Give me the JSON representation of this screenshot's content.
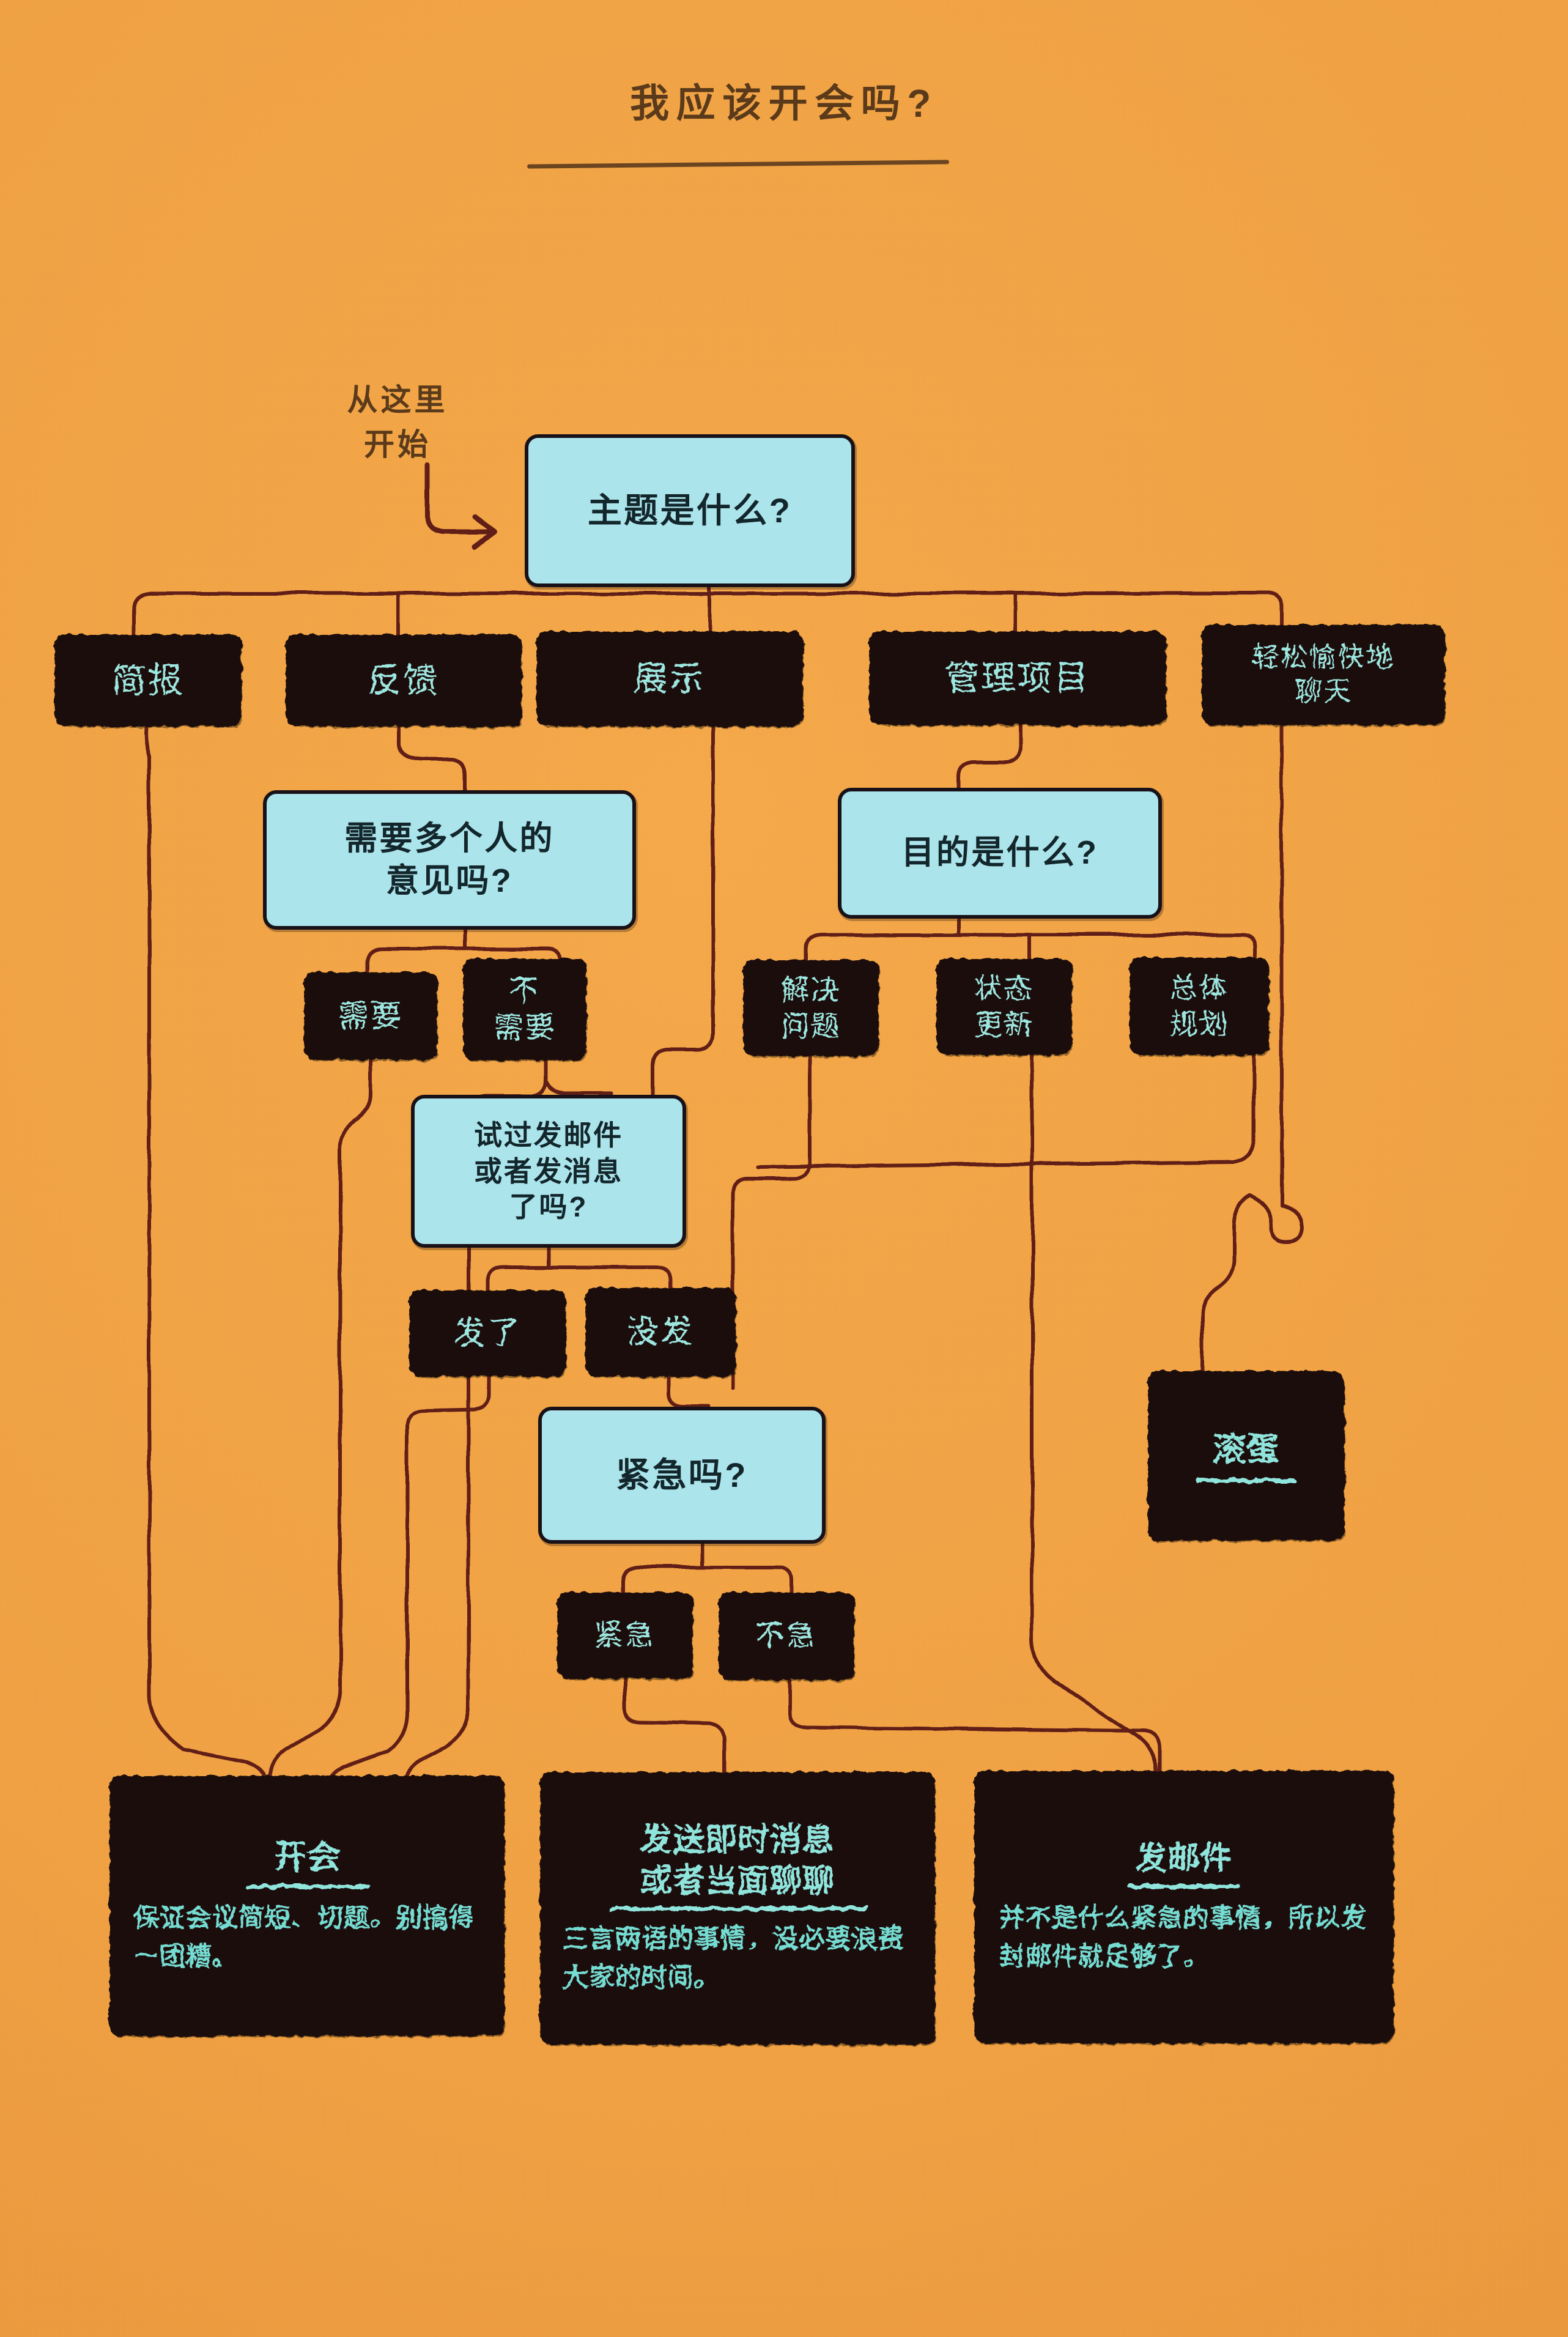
{
  "title": "我应该开会吗?",
  "start_note": "从这里\n开始",
  "colors": {
    "background": "#F0A143",
    "dark_box": "#1B1009",
    "dark_box_text": "#8FE4DC",
    "light_box": "#ACE4EC",
    "light_box_text": "#12262B",
    "connector": "#5E1D12",
    "title_text": "#5A3A1A"
  },
  "nodes": {
    "q_topic": {
      "text": "主题是什么?"
    },
    "opt_briefing": {
      "text": "简报"
    },
    "opt_feedback": {
      "text": "反馈"
    },
    "opt_presentation": {
      "text": "展示"
    },
    "opt_manage_project": {
      "text": "管理项目"
    },
    "opt_casual_chat": {
      "text": "轻松愉快地\n聊天"
    },
    "q_multiple_opinions": {
      "text": "需要多个人的\n意见吗?"
    },
    "q_purpose": {
      "text": "目的是什么?"
    },
    "opt_need": {
      "text": "需要"
    },
    "opt_not_need": {
      "text": "不\n需要"
    },
    "opt_solve_problem": {
      "text": "解决\n问题"
    },
    "opt_status_update": {
      "text": "状态\n更新"
    },
    "opt_overall_plan": {
      "text": "总体\n规划"
    },
    "q_tried_email": {
      "text": "试过发邮件\n或者发消息\n了吗?"
    },
    "opt_sent": {
      "text": "发了"
    },
    "opt_not_sent": {
      "text": "没发"
    },
    "q_urgent": {
      "text": "紧急吗?"
    },
    "opt_urgent": {
      "text": "紧急"
    },
    "opt_not_urgent": {
      "text": "不急"
    },
    "result_go_away": {
      "title": "滚蛋",
      "body": ""
    },
    "result_meeting": {
      "title": "开会",
      "body": "保证会议简短、切题。别搞得一团糟。"
    },
    "result_message": {
      "title": "发送即时消息\n或者当面聊聊",
      "body": "三言两语的事情，没必要浪费大家的时间。"
    },
    "result_email": {
      "title": "发邮件",
      "body": "并不是什么紧急的事情，所以发封邮件就足够了。"
    }
  },
  "chart_data": {
    "type": "diagram",
    "title": "我应该开会吗?",
    "diagram_kind": "flowchart / decision tree",
    "start": "从这里开始 → 主题是什么?",
    "legend": {
      "question_node": "light cyan rounded box with dark outline",
      "option_node": "solid dark box with cyan text",
      "result_node": "large dark box with underlined cyan heading and cyan body text"
    },
    "nodes": [
      {
        "id": "q_topic",
        "kind": "question",
        "label": "主题是什么?"
      },
      {
        "id": "opt_briefing",
        "kind": "option",
        "label": "简报"
      },
      {
        "id": "opt_feedback",
        "kind": "option",
        "label": "反馈"
      },
      {
        "id": "opt_presentation",
        "kind": "option",
        "label": "展示"
      },
      {
        "id": "opt_manage_project",
        "kind": "option",
        "label": "管理项目"
      },
      {
        "id": "opt_casual_chat",
        "kind": "option",
        "label": "轻松愉快地聊天"
      },
      {
        "id": "q_multiple_opinions",
        "kind": "question",
        "label": "需要多个人的意见吗?"
      },
      {
        "id": "q_purpose",
        "kind": "question",
        "label": "目的是什么?"
      },
      {
        "id": "opt_need",
        "kind": "option",
        "label": "需要"
      },
      {
        "id": "opt_not_need",
        "kind": "option",
        "label": "不需要"
      },
      {
        "id": "opt_solve_problem",
        "kind": "option",
        "label": "解决问题"
      },
      {
        "id": "opt_status_update",
        "kind": "option",
        "label": "状态更新"
      },
      {
        "id": "opt_overall_plan",
        "kind": "option",
        "label": "总体规划"
      },
      {
        "id": "q_tried_email",
        "kind": "question",
        "label": "试过发邮件或者发消息了吗?"
      },
      {
        "id": "opt_sent",
        "kind": "option",
        "label": "发了"
      },
      {
        "id": "opt_not_sent",
        "kind": "option",
        "label": "没发"
      },
      {
        "id": "q_urgent",
        "kind": "question",
        "label": "紧急吗?"
      },
      {
        "id": "opt_urgent",
        "kind": "option",
        "label": "紧急"
      },
      {
        "id": "opt_not_urgent",
        "kind": "option",
        "label": "不急"
      },
      {
        "id": "result_go_away",
        "kind": "result",
        "label": "滚蛋"
      },
      {
        "id": "result_meeting",
        "kind": "result",
        "label": "开会"
      },
      {
        "id": "result_message",
        "kind": "result",
        "label": "发送即时消息或者当面聊聊"
      },
      {
        "id": "result_email",
        "kind": "result",
        "label": "发邮件"
      }
    ],
    "edges": [
      {
        "from": "q_topic",
        "to": "opt_briefing"
      },
      {
        "from": "q_topic",
        "to": "opt_feedback"
      },
      {
        "from": "q_topic",
        "to": "opt_presentation"
      },
      {
        "from": "q_topic",
        "to": "opt_manage_project"
      },
      {
        "from": "q_topic",
        "to": "opt_casual_chat"
      },
      {
        "from": "opt_briefing",
        "to": "result_meeting"
      },
      {
        "from": "opt_feedback",
        "to": "q_multiple_opinions"
      },
      {
        "from": "opt_presentation",
        "to": "q_tried_email"
      },
      {
        "from": "opt_manage_project",
        "to": "q_purpose"
      },
      {
        "from": "opt_casual_chat",
        "to": "result_go_away"
      },
      {
        "from": "q_multiple_opinions",
        "to": "opt_need"
      },
      {
        "from": "q_multiple_opinions",
        "to": "opt_not_need"
      },
      {
        "from": "opt_need",
        "to": "result_meeting"
      },
      {
        "from": "opt_not_need",
        "to": "q_tried_email"
      },
      {
        "from": "q_purpose",
        "to": "opt_solve_problem"
      },
      {
        "from": "q_purpose",
        "to": "opt_status_update"
      },
      {
        "from": "q_purpose",
        "to": "opt_overall_plan"
      },
      {
        "from": "opt_solve_problem",
        "to": "q_urgent"
      },
      {
        "from": "opt_status_update",
        "to": "result_email"
      },
      {
        "from": "opt_overall_plan",
        "to": "q_urgent"
      },
      {
        "from": "q_tried_email",
        "to": "opt_sent"
      },
      {
        "from": "q_tried_email",
        "to": "opt_not_sent"
      },
      {
        "from": "opt_sent",
        "to": "result_meeting"
      },
      {
        "from": "opt_not_sent",
        "to": "q_urgent"
      },
      {
        "from": "q_urgent",
        "to": "opt_urgent"
      },
      {
        "from": "q_urgent",
        "to": "opt_not_urgent"
      },
      {
        "from": "opt_urgent",
        "to": "result_message"
      },
      {
        "from": "opt_not_urgent",
        "to": "result_email"
      }
    ]
  }
}
